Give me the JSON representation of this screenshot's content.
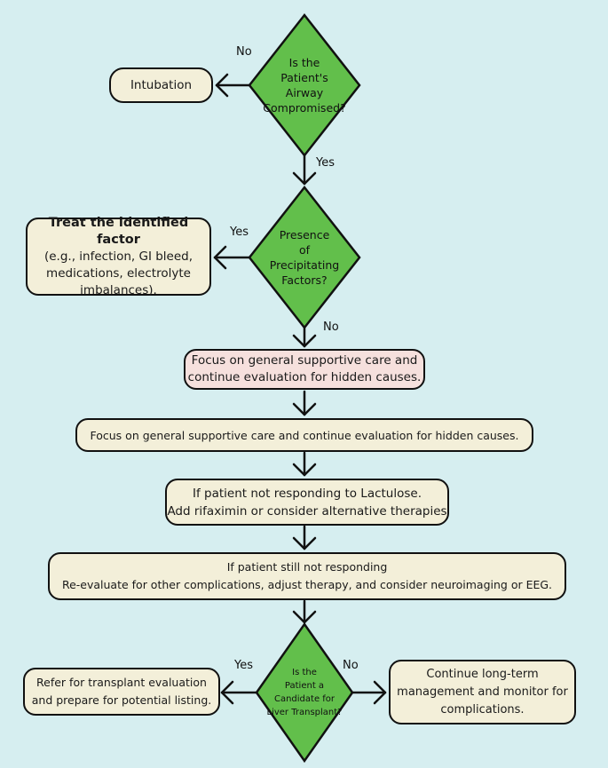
{
  "decisions": {
    "airway": [
      "Is the",
      "Patient's",
      "Airway",
      "Compromised?"
    ],
    "precipitating": [
      "Presence",
      "of",
      "Precipitating",
      "Factors?"
    ],
    "transplant": [
      "Is the",
      "Patient a",
      "Candidate for",
      "Liver Transplant?"
    ]
  },
  "boxes": {
    "intubation": "Intubation",
    "treat_title": "Treat the identified factor",
    "treat_lines": [
      "(e.g., infection, GI bleed,",
      "medications, electrolyte",
      "imbalances)."
    ],
    "supportive_pink": [
      "Focus on general supportive care and",
      "continue evaluation for hidden causes."
    ],
    "supportive_wide": "Focus on general supportive care and continue evaluation for hidden causes.",
    "lactulose": [
      "If patient not responding to Lactulose.",
      "Add rifaximin or consider alternative therapies"
    ],
    "still_not": [
      "If patient still not responding",
      "Re-evaluate for other complications, adjust therapy, and consider neuroimaging or EEG."
    ],
    "refer": [
      "Refer for transplant evaluation",
      "and prepare for potential listing."
    ],
    "continue": [
      "Continue long-term",
      "management and monitor for",
      "complications."
    ]
  },
  "edges": {
    "airway_no": "No",
    "airway_yes": "Yes",
    "precip_yes": "Yes",
    "precip_no": "No",
    "transplant_yes": "Yes",
    "transplant_no": "No"
  },
  "colors": {
    "background": "#d6eef0",
    "diamond": "#62bf4b",
    "box": "#f3efd9",
    "box_highlight": "#f6e0dd"
  }
}
